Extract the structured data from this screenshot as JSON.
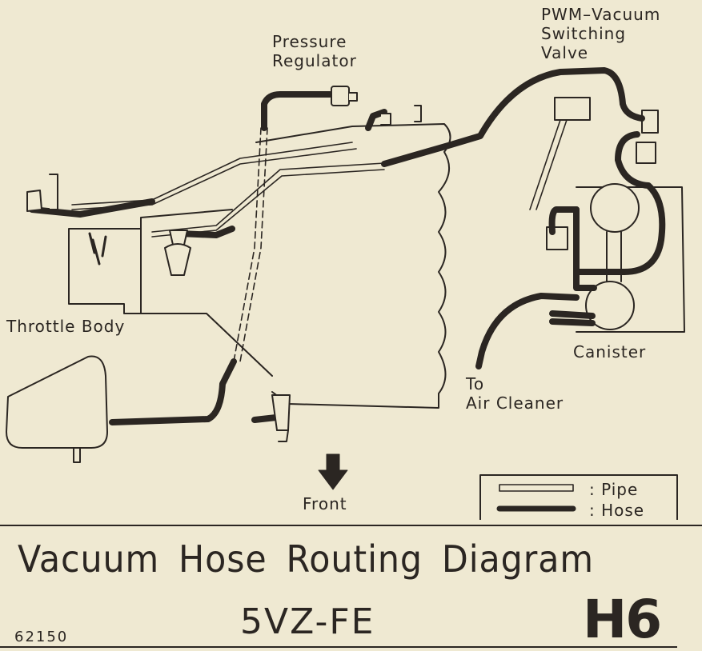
{
  "labels": {
    "pwm_valve": "PWM–Vacuum\nSwitching\nValve",
    "pressure_regulator": "Pressure\nRegulator",
    "throttle_body": "Throttle Body",
    "canister": "Canister",
    "air_cleaner": "To\nAir Cleaner",
    "front": "Front"
  },
  "legend": {
    "pipe_label": ": Pipe",
    "hose_label": ": Hose"
  },
  "footer": {
    "title": "Vacuum Hose Routing Diagram",
    "engine": "5VZ-FE",
    "code": "62150",
    "badge": "H6"
  },
  "colors": {
    "background": "#efe9d2",
    "ink": "#2b2622"
  }
}
